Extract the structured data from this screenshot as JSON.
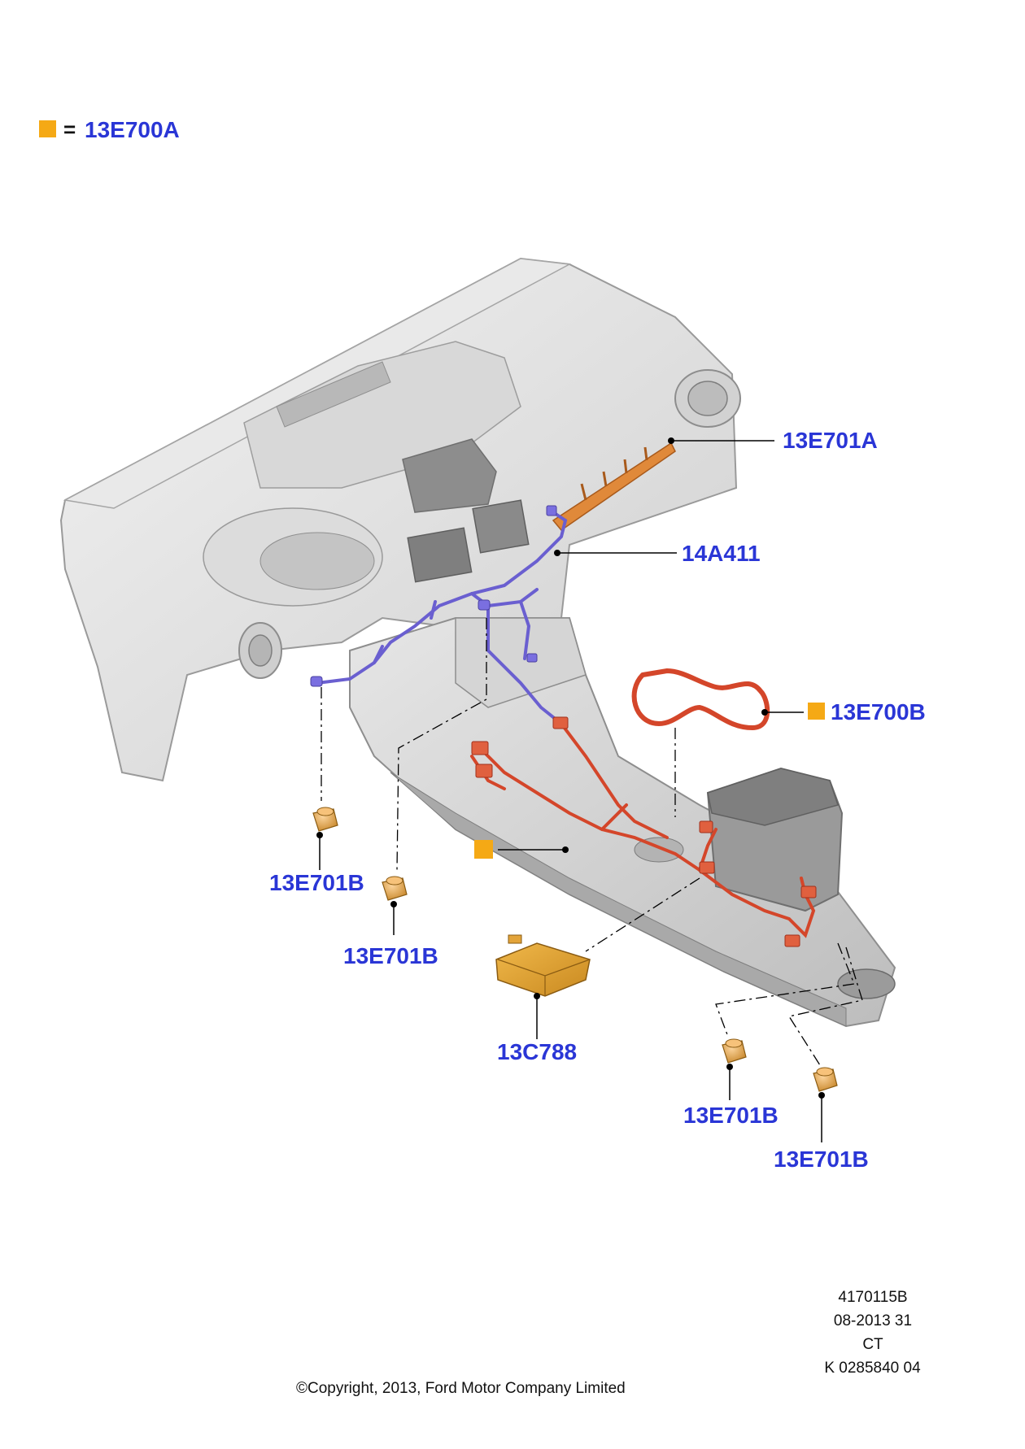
{
  "legend": {
    "symbol": "=",
    "part": "13E700A",
    "swatch_color": "#f5a915"
  },
  "callouts": {
    "bracket_upper": "13E701A",
    "harness_main": "14A411",
    "harness_frame": "13E700B",
    "clip_1": "13E701B",
    "clip_2": "13E701B",
    "module": "13C788",
    "clip_3": "13E701B",
    "clip_4": "13E701B"
  },
  "footer": {
    "ref_1": "4170115B",
    "ref_2": "08-2013 31",
    "ref_3": "CT",
    "ref_4": "K 0285840 04",
    "copyright": "©Copyright, 2013, Ford Motor Company Limited"
  },
  "colors": {
    "callout_text": "#2a36d6",
    "harness_blue": "#6a5fd0",
    "harness_red": "#d4462a",
    "highlight_orange": "#f5a915",
    "part_brown": "#c9892e"
  }
}
